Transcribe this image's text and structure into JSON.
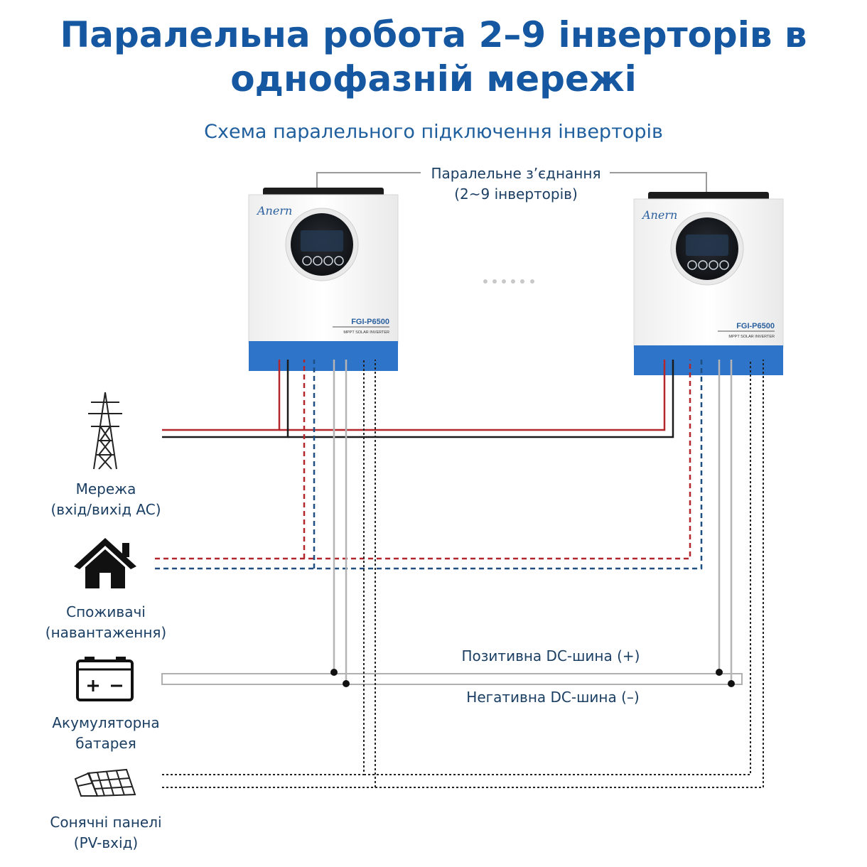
{
  "title": {
    "line1": "Паралельна робота 2–9 інверторів в",
    "line2": "однофазній мережі"
  },
  "subtitle": "Схема паралельного підключення інверторів",
  "parallel_label": {
    "line1": "Паралельне з’єднання",
    "line2": "(2~9 інверторів)"
  },
  "inverter": {
    "brand": "Anern",
    "model": "FGI-P6500",
    "type": "MPPT SOLAR INVERTER"
  },
  "legend": {
    "grid": {
      "line1": "Мережа",
      "line2": "(вхід/вихід AC)",
      "icon": "power-tower-icon"
    },
    "loads": {
      "line1": "Споживачі",
      "line2": "(навантаження)",
      "icon": "house-icon"
    },
    "battery": {
      "line1": "Акумуляторна",
      "line2": "батарея",
      "icon": "battery-icon"
    },
    "solar": {
      "line1": "Сонячні панелі",
      "line2": "(PV-вхід)",
      "icon": "solar-panel-icon"
    }
  },
  "bus": {
    "positive": "Позитивна DC-шина (+)",
    "negative": "Негативна DC-шина (–)"
  },
  "colors": {
    "title": "#1557a0",
    "wire_red": "#b3262b",
    "wire_black": "#1a1a1a",
    "wire_blue": "#1f4f80",
    "inverter_blue": "#2e74c9",
    "bus_gray": "#9a9a9a"
  }
}
